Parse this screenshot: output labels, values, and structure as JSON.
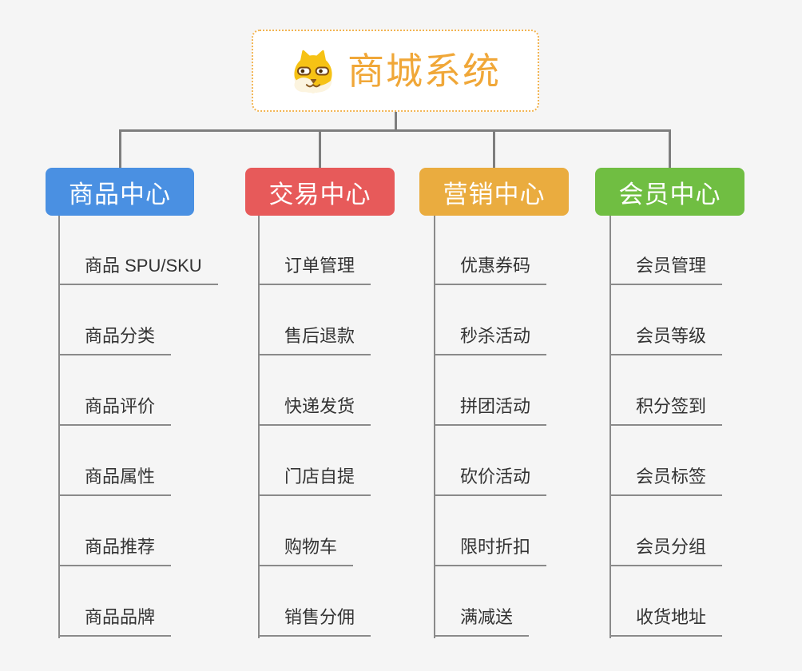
{
  "root": {
    "title": "商城系统",
    "accent_color": "#F0A738",
    "icon": "doge-icon"
  },
  "connector_color": "#7E7E7E",
  "underline_color": "#8A8A8A",
  "branches": [
    {
      "label": "商品中心",
      "color": "#4A90E2",
      "items": [
        "商品 SPU/SKU",
        "商品分类",
        "商品评价",
        "商品属性",
        "商品推荐",
        "商品品牌"
      ]
    },
    {
      "label": "交易中心",
      "color": "#E75A5A",
      "items": [
        "订单管理",
        "售后退款",
        "快递发货",
        "门店自提",
        "购物车",
        "销售分佣"
      ]
    },
    {
      "label": "营销中心",
      "color": "#EAAC3F",
      "items": [
        "优惠券码",
        "秒杀活动",
        "拼团活动",
        "砍价活动",
        "限时折扣",
        "满减送"
      ]
    },
    {
      "label": "会员中心",
      "color": "#70BE42",
      "items": [
        "会员管理",
        "会员等级",
        "积分签到",
        "会员标签",
        "会员分组",
        "收货地址"
      ]
    }
  ]
}
